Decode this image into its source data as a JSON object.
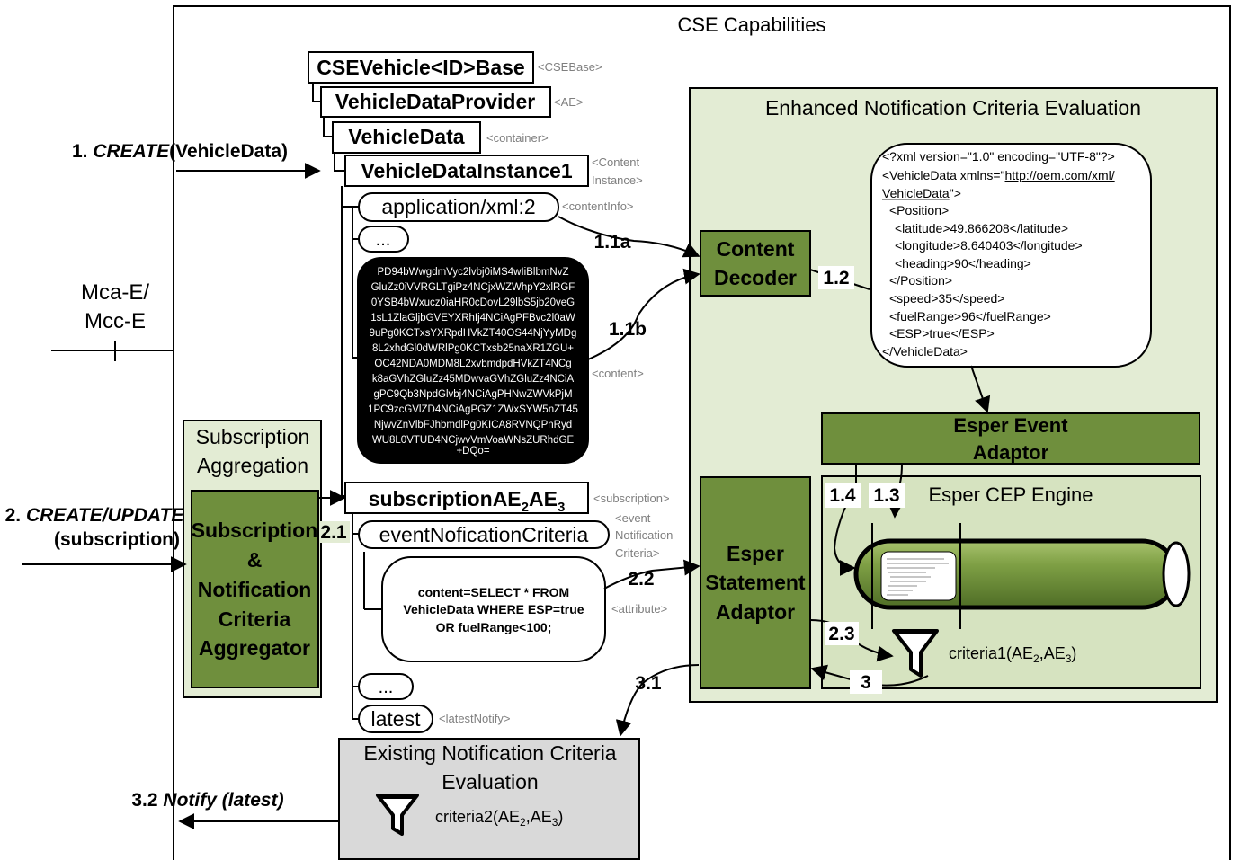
{
  "title": "CSE Capabilities",
  "interface": {
    "line1": "Mca-E/",
    "line2": "Mcc-E"
  },
  "resources": {
    "cse_base": {
      "name": "CSEVehicle<ID>Base",
      "type": "<CSEBase>"
    },
    "ae": {
      "name": "VehicleDataProvider",
      "type": "<AE>"
    },
    "container": {
      "name": "VehicleData",
      "type": "<container>"
    },
    "content_instance": {
      "name": "VehicleDataInstance1",
      "type_line1": "<Content",
      "type_line2": "Instance>"
    },
    "content_info": {
      "value": "application/xml:2",
      "type": "<contentInfo>"
    },
    "ellipsis1": "...",
    "content": {
      "lines": [
        "PD94bWwgdmVyc2lvbj0iMS4wIiBlbmNvZ",
        "GluZz0iVVRGLTgiPz4NCjxWZWhpY2xlRGF",
        "0YSB4bWxucz0iaHR0cDovL29lbS5jb20veG",
        "1sL1ZlaGljbGVEYXRhIj4NCiAgPFBvc2l0aW",
        "9uPg0KCTxsYXRpdHVkZT40OS44NjYyMDg",
        "8L2xhdGl0dWRlPg0KCTxsb25naXR1ZGU+",
        "OC42NDA0MDM8L2xvbmdpdHVkZT4NCg",
        "k8aGVhZGluZz45MDwvaGVhZGluZz4NCiA",
        "gPC9Qb3NpdGlvbj4NCiAgPHNwZWVkPjM",
        "1PC9zcGVlZD4NCiAgPGZ1ZWxSYW5nZT45",
        "NjwvZnVlbFJhbmdlPg0KICA8RVNQPnRyd",
        "WU8L0VTUD4NCjwvVmVoaWNsZURhdGE",
        "+DQo="
      ],
      "type": "<content>"
    },
    "subscription": {
      "name": "subscriptionAE",
      "sub1": "2",
      "mid": "AE",
      "sub2": "3",
      "type": "<subscription>"
    },
    "event_criteria": {
      "name": "eventNoficationCriteria",
      "type_line1": "<event",
      "type_line2": "Notification",
      "type_line3": "Criteria>"
    },
    "attribute": {
      "line1": "content=SELECT * FROM",
      "line2": "VehicleData WHERE ESP=true",
      "line3": "OR fuelRange<100;",
      "type": "<attribute>"
    },
    "ellipsis2": "...",
    "latest": {
      "name": "latest",
      "type": "<latestNotify>"
    }
  },
  "steps": {
    "s1": {
      "num": "1.",
      "verb": "CREATE",
      "arg": "(VehicleData)"
    },
    "s2": {
      "num": "2.",
      "verb": "CREATE/UPDATE",
      "arg": "(subscription)"
    },
    "s11a": "1.1a",
    "s11b": "1.1b",
    "s12": "1.2",
    "s13": "1.3",
    "s14": "1.4",
    "s21": "2.1",
    "s22": "2.2",
    "s23": "2.3",
    "s3": "3",
    "s31": "3.1",
    "s32": {
      "num": "3.2",
      "text": "Notify (latest)"
    }
  },
  "subscription_aggregation": {
    "title_line1": "Subscription",
    "title_line2": "Aggregation",
    "aggregator_lines": [
      "Subscription",
      "&",
      "Notification",
      "Criteria",
      "Aggregator"
    ]
  },
  "enhanced": {
    "title": "Enhanced Notification Criteria Evaluation",
    "content_decoder": {
      "line1": "Content",
      "line2": "Decoder"
    },
    "xml_doc": {
      "lines": [
        "<?xml version=\"1.0\" encoding=\"UTF-8\"?>",
        "<VehicleData xmlns=\"",
        "http://oem.com/xml/",
        "VehicleData",
        "\">",
        "<Position>",
        "<latitude>49.866208</latitude>",
        "<longitude>8.640403</longitude>",
        "<heading>90</heading>",
        "</Position>",
        "<speed>35</speed>",
        "<fuelRange>96</fuelRange>",
        "<ESP>true</ESP>",
        "</VehicleData>"
      ]
    },
    "event_adaptor": {
      "line1": "Esper Event",
      "line2": "Adaptor"
    },
    "statement_adaptor": {
      "line1": "Esper",
      "line2": "Statement",
      "line3": "Adaptor"
    },
    "cep_engine": "Esper CEP Engine",
    "criteria1": {
      "text": "criteria1(AE",
      "sub1": "2",
      "mid": ",AE",
      "sub2": "3",
      "end": ")"
    }
  },
  "existing": {
    "title_line1": "Existing Notification Criteria",
    "title_line2": "Evaluation",
    "criteria2": {
      "text": "criteria2(AE",
      "sub1": "2",
      "mid": ",AE",
      "sub2": "3",
      "end": ")"
    }
  },
  "colors": {
    "dark_green": "#6f8f3d",
    "light_green": "#e3ecd4",
    "mid_green": "#d6e3c0",
    "grey_box": "#d9d9d9",
    "black": "#000000"
  }
}
